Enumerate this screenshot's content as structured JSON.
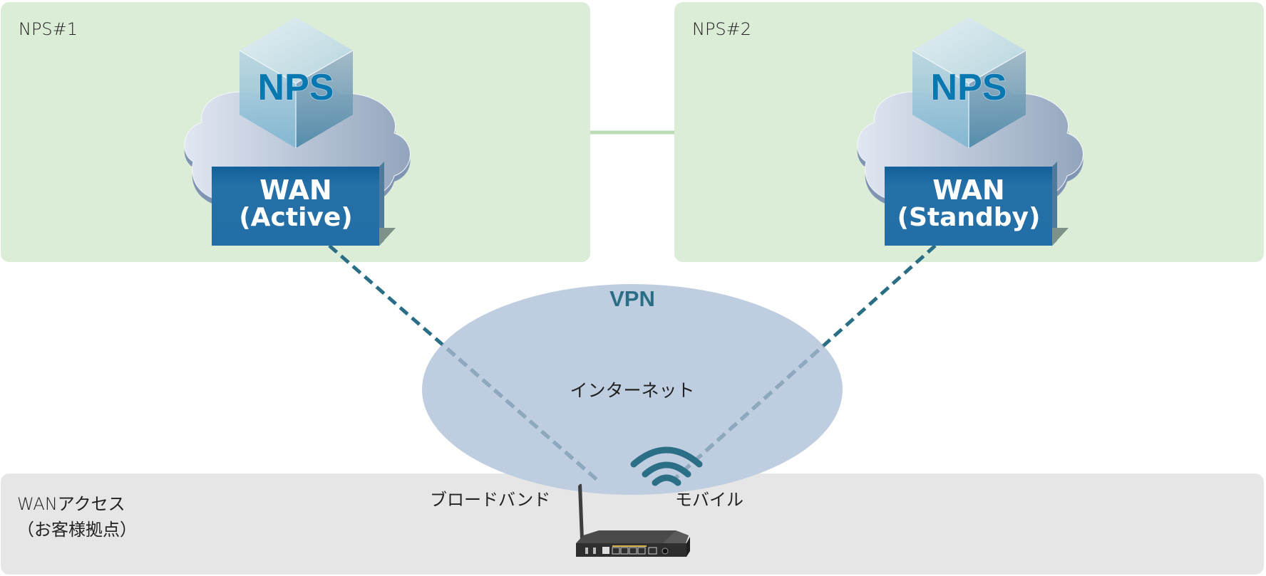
{
  "groups": {
    "nps1": {
      "label": "NPS#1",
      "server_label": "NPS",
      "wan_title": "WAN",
      "wan_mode": "(Active)"
    },
    "nps2": {
      "label": "NPS#2",
      "server_label": "NPS",
      "wan_title": "WAN",
      "wan_mode": "(Standby)"
    }
  },
  "network": {
    "vpn_label": "VPN",
    "internet_label": "インターネット"
  },
  "customer_site": {
    "title_line1": "WANアクセス",
    "title_line2": "（お客様拠点）",
    "broadband_label": "ブロードバンド",
    "mobile_label": "モバイル"
  },
  "colors": {
    "panel_green": "#dbecd7",
    "panel_grey": "#e6e6e6",
    "connector_green": "#b9dcb3",
    "vpn_ellipse": "#bfcde0",
    "wan_box": "#236ea6",
    "accent_teal": "#2a6e85",
    "nps_text": "#0a78b0"
  },
  "icons": {
    "server": "nps-cube-cloud-icon",
    "wireless": "wifi-icon",
    "device": "router-icon"
  }
}
